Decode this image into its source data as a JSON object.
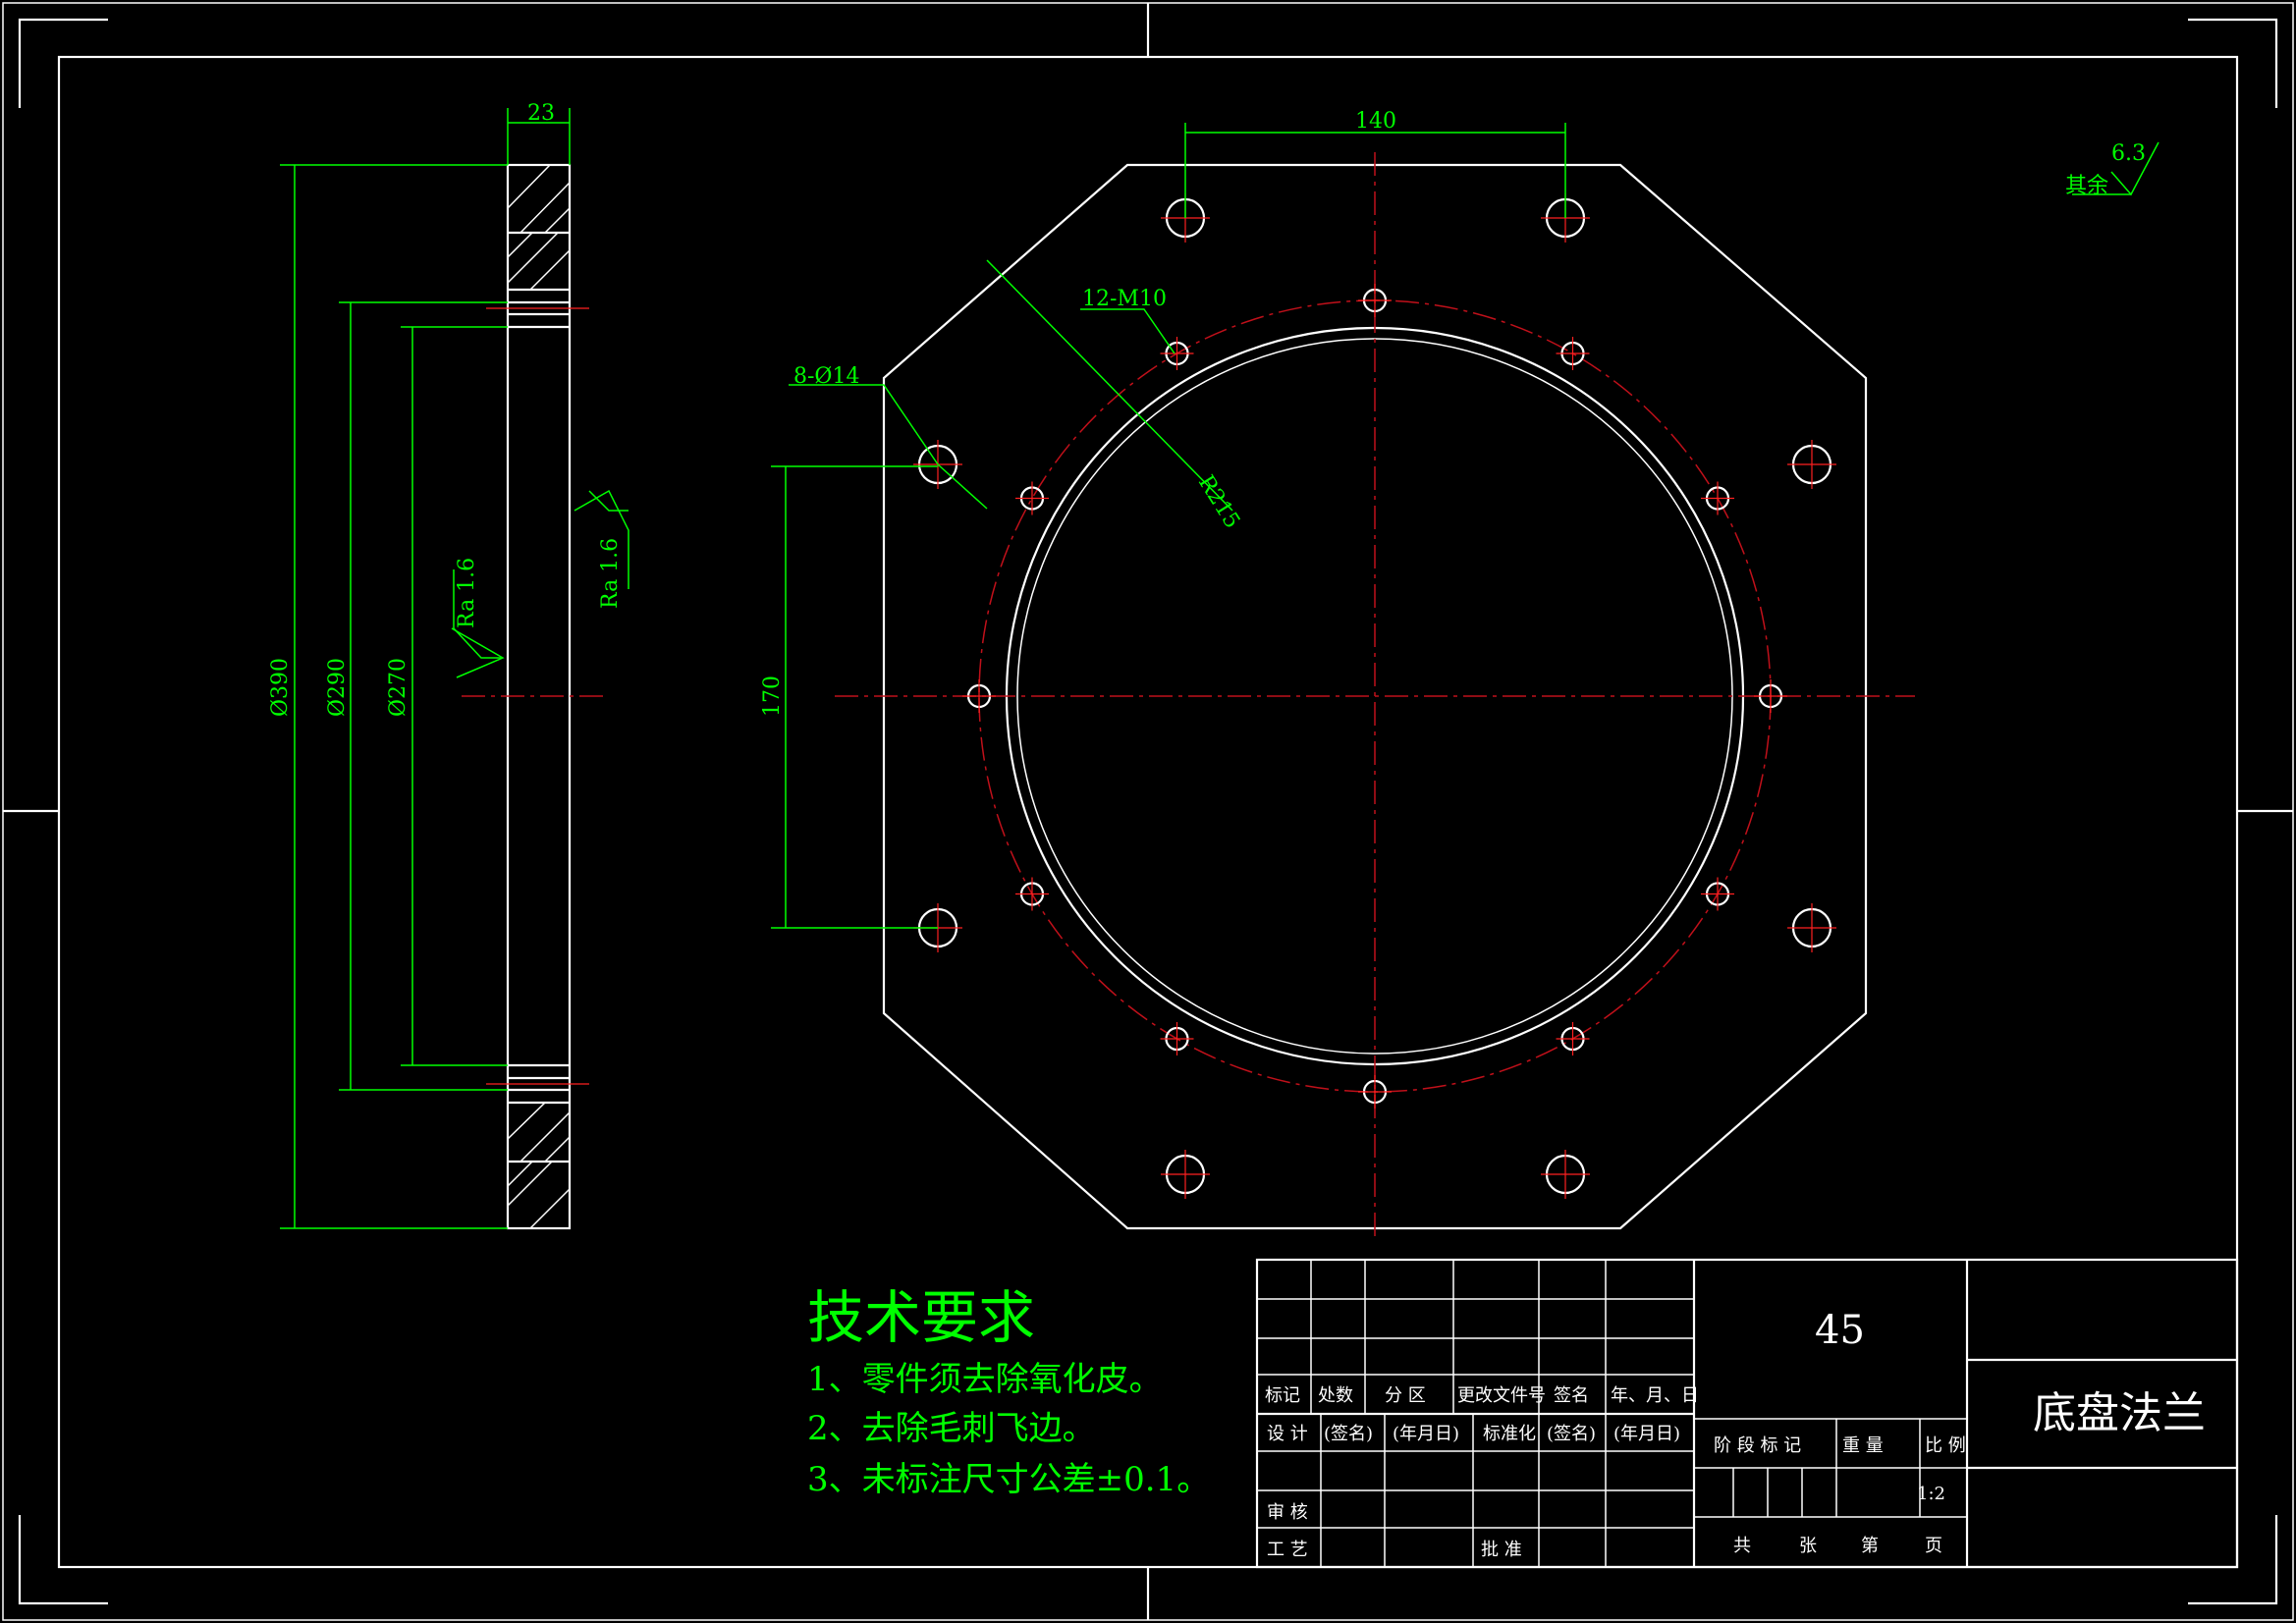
{
  "dimensions": {
    "top_width": "23",
    "d390": "Ø390",
    "d290": "Ø290",
    "d270": "Ø270",
    "ra_left": "Ra 1.6",
    "ra_right": "Ra 1.6",
    "dim_140": "140",
    "dim_170": "170",
    "holes_14": "8-Ø14",
    "holes_m10": "12-M10",
    "radius": "R215",
    "roughness_value": "6.3",
    "roughness_label": "其余"
  },
  "tech_requirements": {
    "title": "技术要求",
    "items": [
      "1、零件须去除氧化皮。",
      "2、去除毛刺飞边。",
      "3、未标注尺寸公差±0.1。"
    ]
  },
  "title_block": {
    "material": "45",
    "part_name": "底盘法兰",
    "headers": [
      "标记",
      "处数",
      "分 区",
      "更改文件号",
      "签名",
      "年、月、日"
    ],
    "design": "设 计",
    "sig1": "(签名)",
    "date1": "(年月日)",
    "standardization": "标准化",
    "sig2": "(签名)",
    "date2": "(年月日)",
    "stage_mark": "阶 段 标 记",
    "weight": "重 量",
    "scale_label": "比 例",
    "scale_value": "1:2",
    "review": "审 核",
    "process": "工 艺",
    "approve": "批 准",
    "total": "共",
    "sheets": "张",
    "page_no": "第",
    "page": "页"
  }
}
